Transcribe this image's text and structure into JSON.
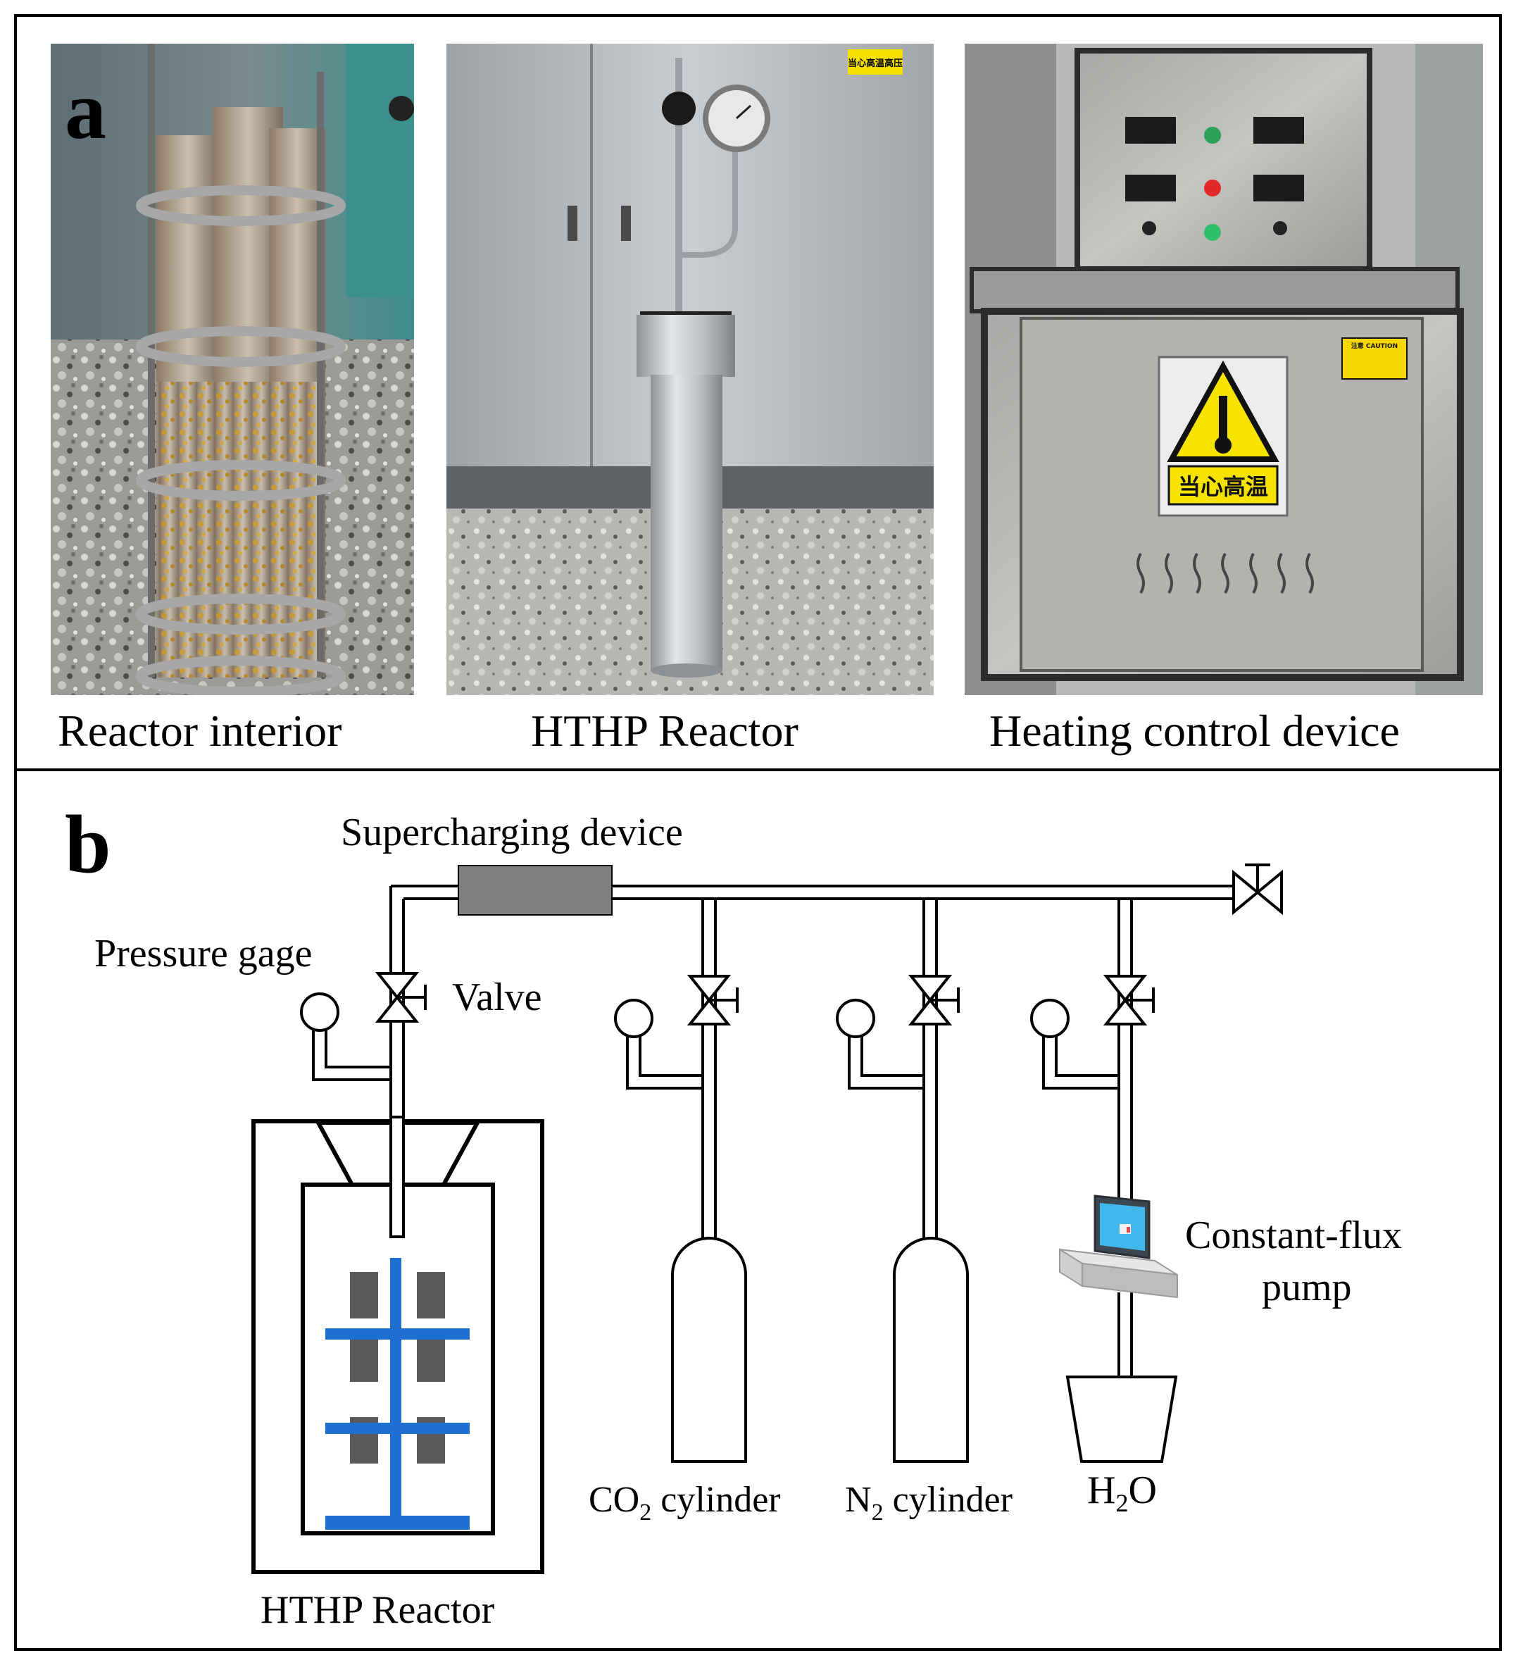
{
  "panel_a": {
    "letter": "a",
    "photos": [
      {
        "caption": "Reactor interior"
      },
      {
        "caption": "HTHP Reactor",
        "sticker": "当心高温高压"
      },
      {
        "caption": "Heating control device",
        "sign_text": "当心高温",
        "caution_label": "注意 CAUTION"
      }
    ]
  },
  "panel_b": {
    "letter": "b",
    "labels": {
      "supercharging": "Supercharging device",
      "pressure_gage": "Pressure gage",
      "valve": "Valve",
      "pump_line1": "Constant-flux",
      "pump_line2": "pump",
      "reactor": "HTHP Reactor",
      "co2_pre": "CO",
      "co2_sub": "2",
      "co2_post": " cylinder",
      "n2_pre": "N",
      "n2_sub": "2",
      "n2_post": " cylinder",
      "h2o_pre": "H",
      "h2o_sub": "2",
      "h2o_post": "O"
    },
    "colors": {
      "rack": "#1f6fd1",
      "core": "#5a5a5a",
      "supercharger": "#7f7f7f",
      "line": "#000000"
    }
  }
}
